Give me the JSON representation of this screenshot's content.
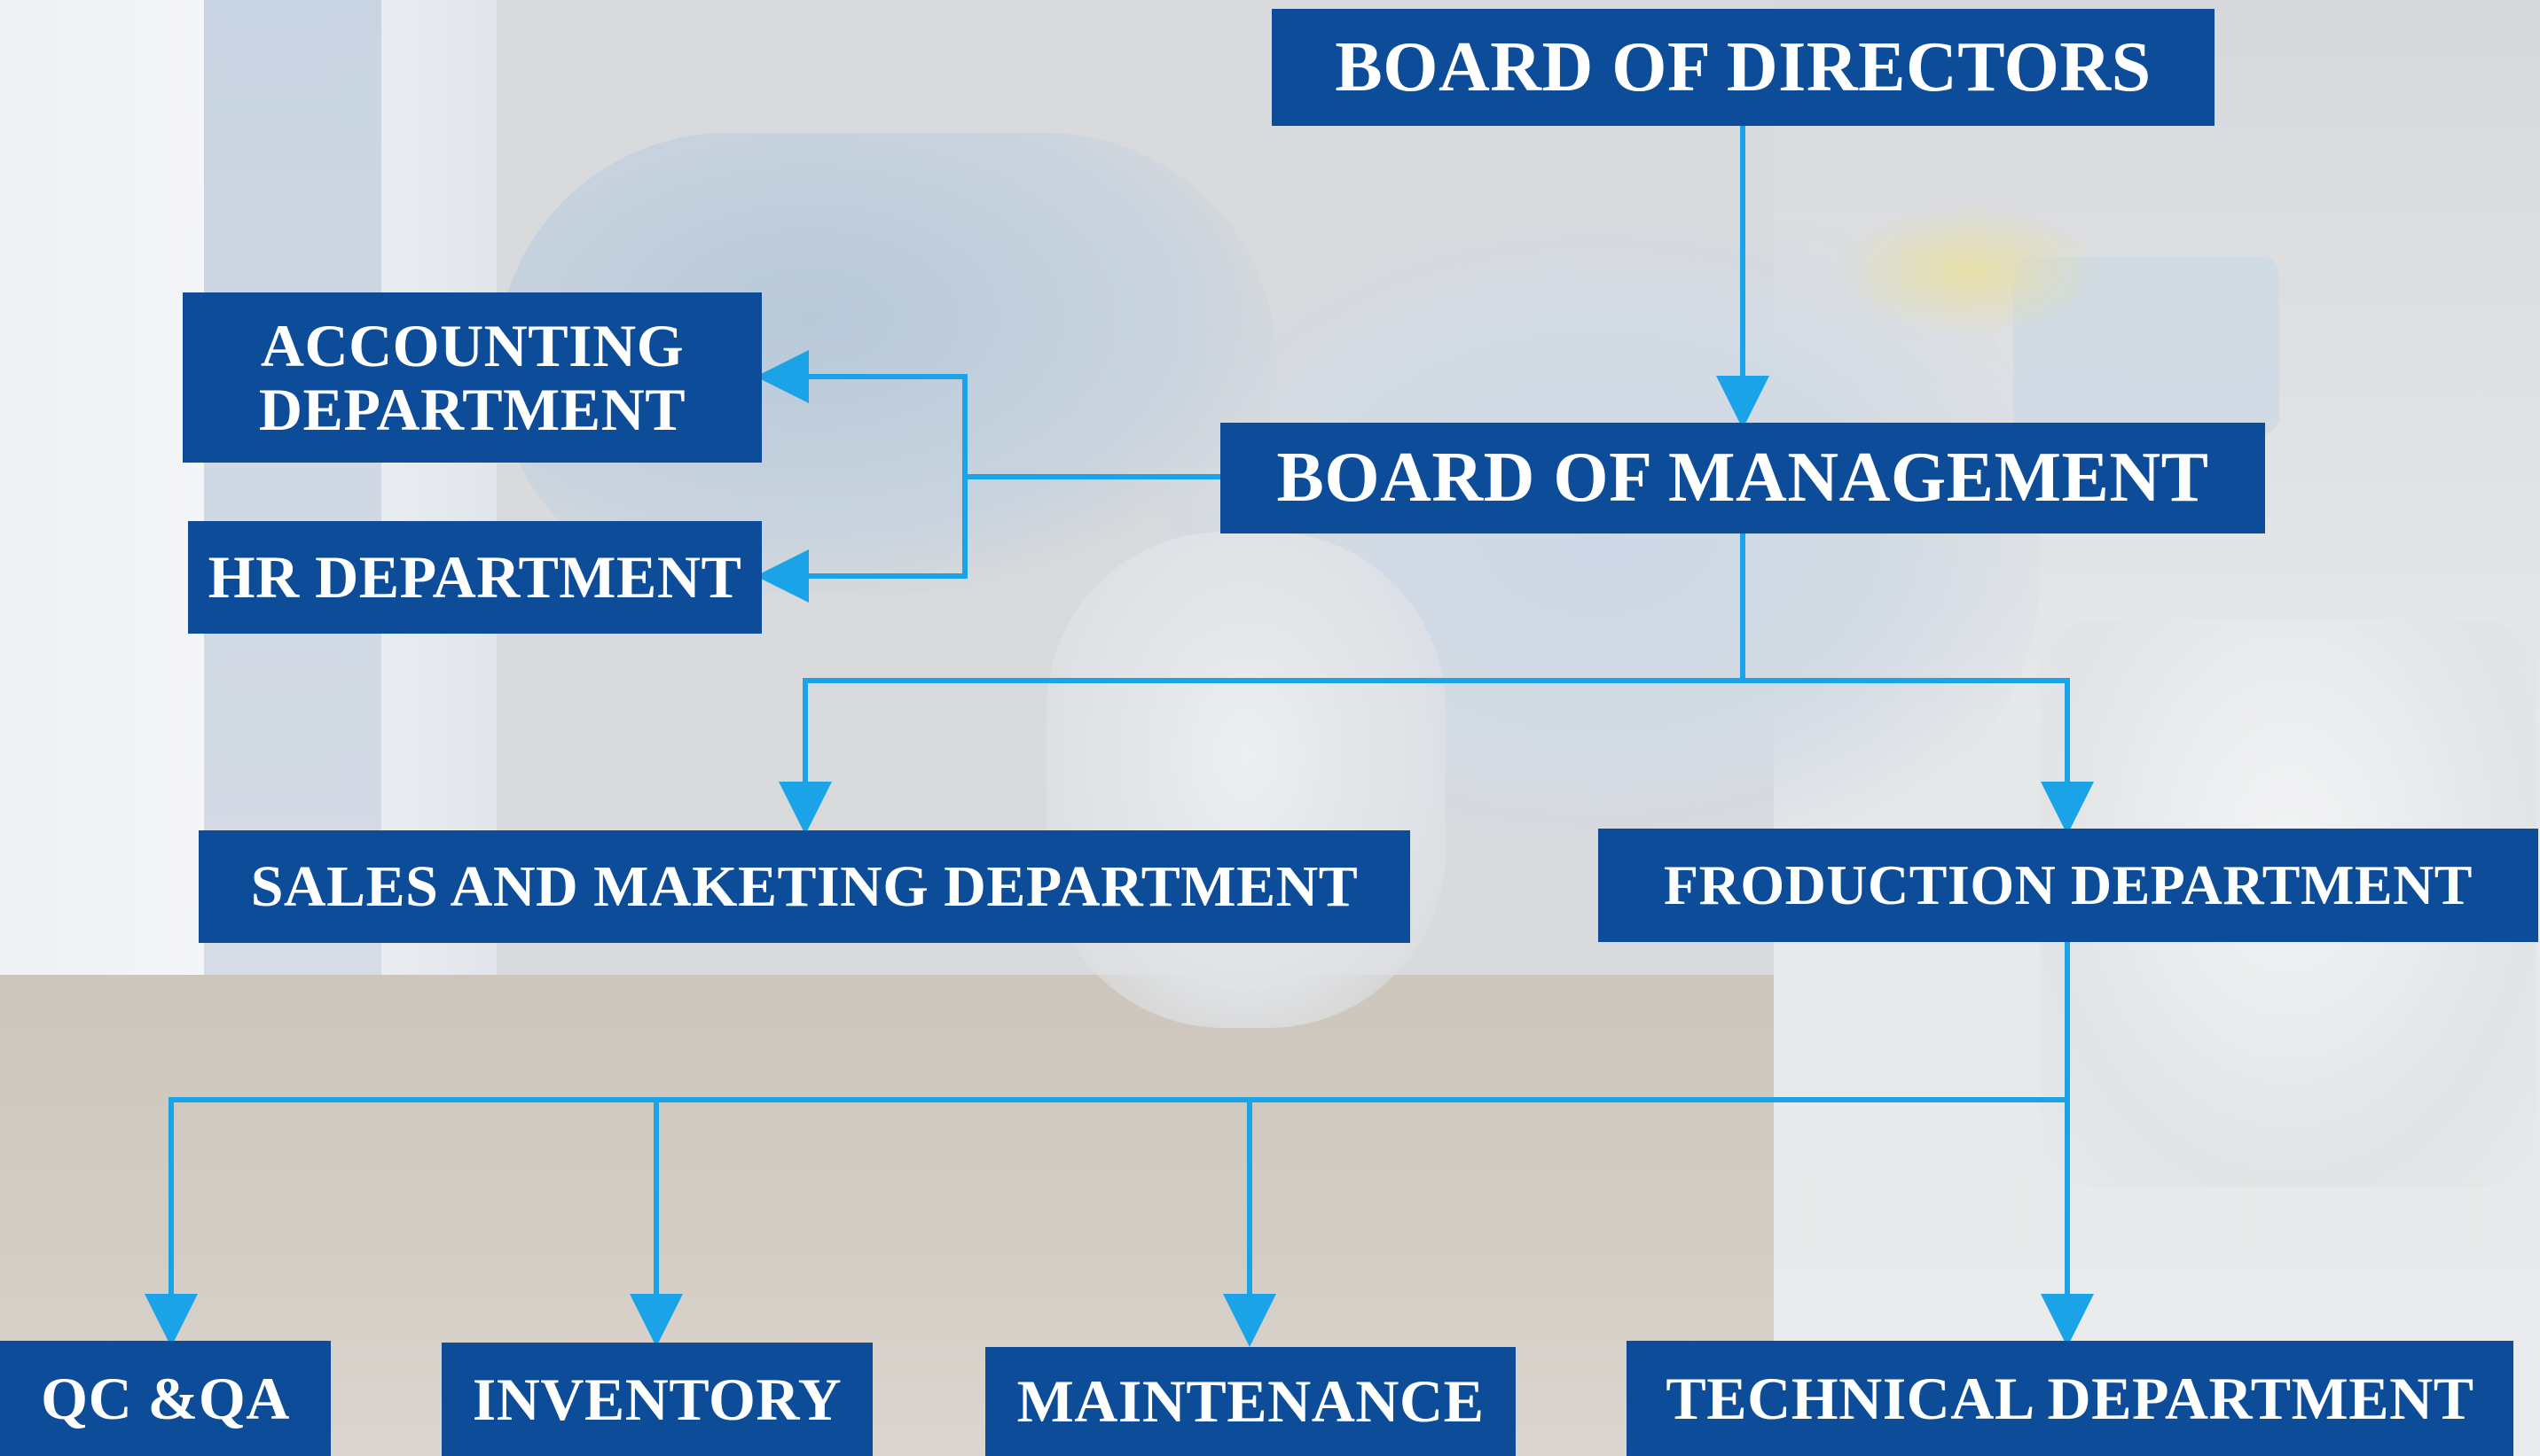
{
  "nodes": {
    "board_of_directors": "BOARD OF DIRECTORS",
    "board_of_management": "BOARD OF MANAGEMENT",
    "accounting": "ACCOUNTING\nDEPARTMENT",
    "hr": "HR DEPARTMENT",
    "sales": "SALES AND MAKETING DEPARTMENT",
    "production": "FRODUCTION DEPARTMENT",
    "qc_qa": "QC &QA",
    "inventory": "INVENTORY",
    "maintenance": "MAINTENANCE",
    "technical": "TECHNICAL DEPARTMENT"
  },
  "edges": [
    {
      "from": "board_of_directors",
      "to": "board_of_management"
    },
    {
      "from": "board_of_management",
      "to": "accounting"
    },
    {
      "from": "board_of_management",
      "to": "hr"
    },
    {
      "from": "board_of_management",
      "to": "sales"
    },
    {
      "from": "board_of_management",
      "to": "production"
    },
    {
      "from": "production",
      "to": "qc_qa"
    },
    {
      "from": "production",
      "to": "inventory"
    },
    {
      "from": "production",
      "to": "maintenance"
    },
    {
      "from": "production",
      "to": "technical"
    }
  ],
  "colors": {
    "box_fill": "#0c4c99",
    "box_text": "#ffffff",
    "connector": "#1aa3e6"
  }
}
